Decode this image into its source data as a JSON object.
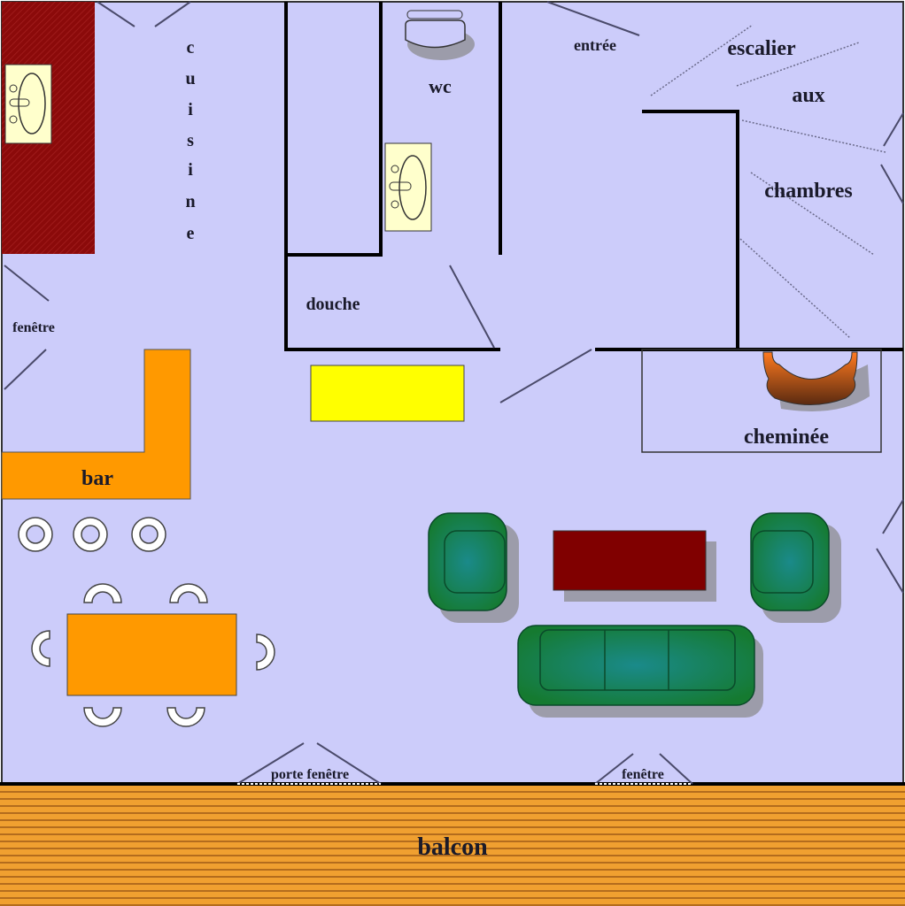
{
  "colors": {
    "floor": "#ccccfa",
    "counter": "#8b0a0a",
    "orange": "#ff9900",
    "yellow": "#ffff00",
    "green": "#1a8a5a",
    "coffee_table": "#800000",
    "balcony": "#f0a030",
    "fixture": "#ffffcc"
  },
  "rooms": {
    "kitchen_letters": [
      "c",
      "u",
      "i",
      "s",
      "i",
      "n",
      "e"
    ],
    "kitchen": "cuisine",
    "wc": "wc",
    "shower": "douche",
    "entrance": "entrée",
    "stairs_line1": "escalier",
    "stairs_line2": "aux",
    "stairs_line3": "chambres",
    "fireplace": "cheminée",
    "bar": "bar",
    "balcony": "balcon"
  },
  "openings": {
    "left_window": "fenêtre",
    "french_window": "porte fenêtre",
    "bottom_window": "fenêtre"
  }
}
